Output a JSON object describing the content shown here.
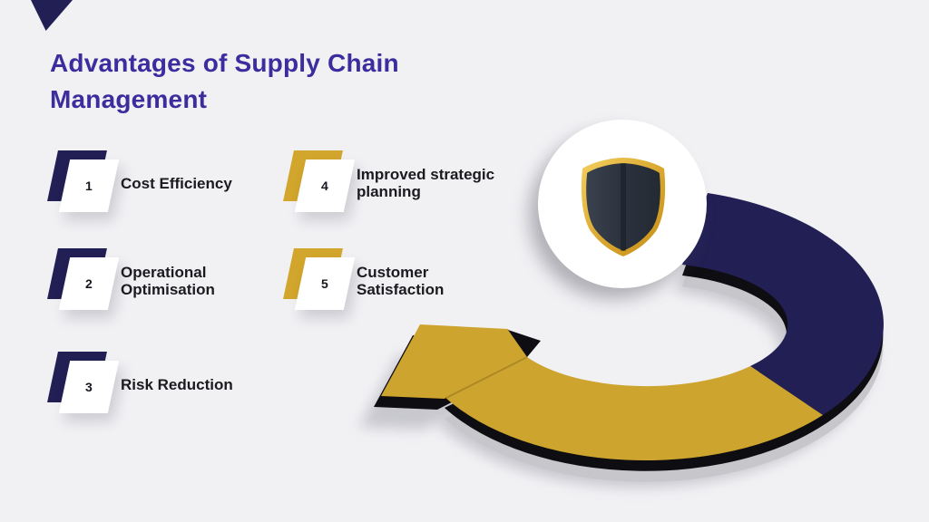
{
  "title": {
    "lines": [
      "Advantages of Supply Chain",
      "Management"
    ]
  },
  "items": [
    {
      "number": "1",
      "lines": [
        "Cost Efficiency"
      ],
      "accent": "navy"
    },
    {
      "number": "2",
      "lines": [
        "Operational",
        "Optimisation"
      ],
      "accent": "navy"
    },
    {
      "number": "3",
      "lines": [
        "Risk Reduction"
      ],
      "accent": "navy"
    },
    {
      "number": "4",
      "lines": [
        "Improved strategic",
        "planning"
      ],
      "accent": "gold"
    },
    {
      "number": "5",
      "lines": [
        "Customer",
        "Satisfaction"
      ],
      "accent": "gold"
    }
  ],
  "graphic": {
    "center_icon": "shield-icon",
    "type": "circular-arrow"
  },
  "colors": {
    "background": "#f1f1f4",
    "title": "#3b2d9e",
    "navy": "#221f55",
    "gold": "#cda42e",
    "gold_badge": "#d2a62c",
    "text": "#1b1b1f",
    "rim": "#0e0d11",
    "base": "#c7c7cb",
    "shadow": "#a6a6ae",
    "white": "#ffffff",
    "shield_dark": "#272e39",
    "shield_gold": "#d9a62e"
  }
}
